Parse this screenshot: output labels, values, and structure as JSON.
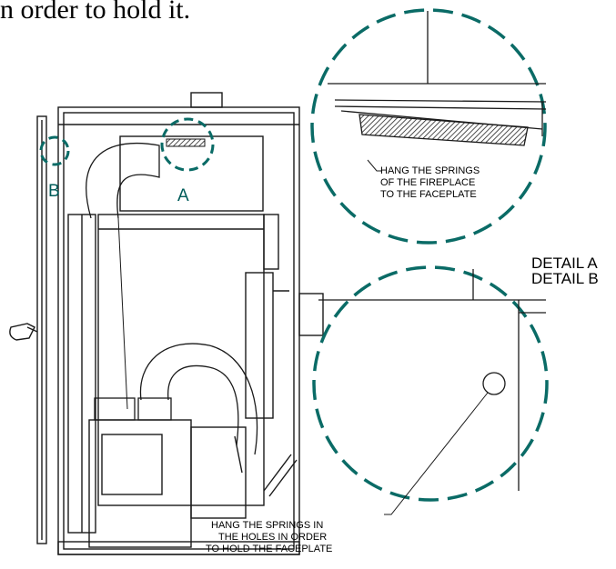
{
  "header": {
    "text": "n order to hold it."
  },
  "markers": {
    "a_label": "A",
    "b_label": "B"
  },
  "details": {
    "a_title": "DETAIL A",
    "b_title": "DETAIL B",
    "a_note_lines": [
      "HANG THE SPRINGS",
      "OF THE FIREPLACE",
      "TO THE FACEPLATE"
    ],
    "b_note_lines": [
      "HANG THE SPRINGS IN",
      "THE HOLES IN ORDER",
      "TO HOLD THE FACEPLATE"
    ]
  },
  "colors": {
    "accent": "#0a6b66",
    "line": "#1a1a1a"
  }
}
